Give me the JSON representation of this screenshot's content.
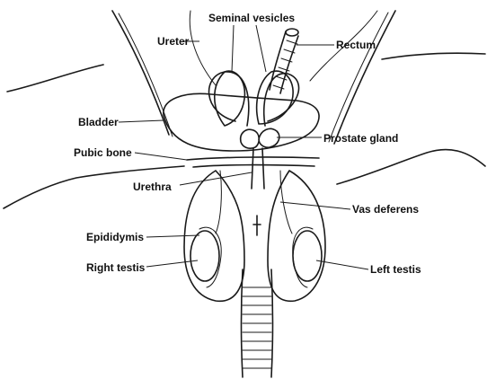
{
  "colors": {
    "ink": "#1a1a1a",
    "paper": "#ffffff"
  },
  "labels": {
    "seminal_vesicles": "Seminal vesicles",
    "ureter": "Ureter",
    "rectum": "Rectum",
    "bladder": "Bladder",
    "prostate_gland": "Prostate gland",
    "pubic_bone": "Pubic bone",
    "urethra": "Urethra",
    "vas_deferens": "Vas deferens",
    "epididymis": "Epididymis",
    "right_testis": "Right testis",
    "left_testis": "Left testis"
  }
}
